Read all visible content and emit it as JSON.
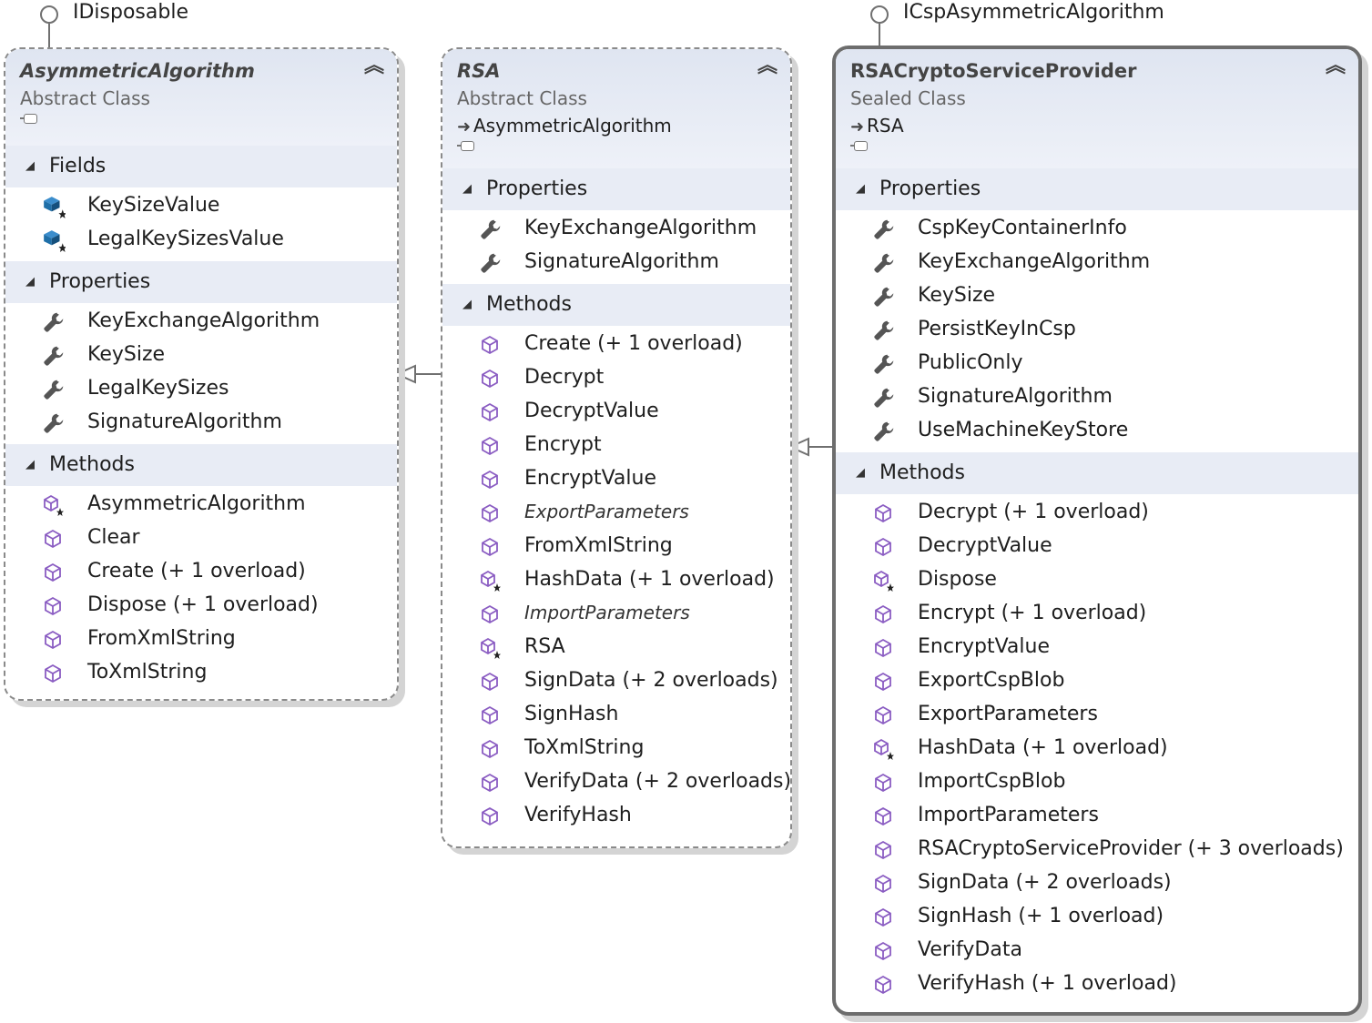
{
  "interfaces": {
    "idisposable": "IDisposable",
    "icsp": "ICspAsymmetricAlgorithm"
  },
  "classes": {
    "asym": {
      "name": "AsymmetricAlgorithm",
      "kind": "Abstract Class",
      "sections": [
        {
          "title": "Fields",
          "members": [
            {
              "name": "KeySizeValue",
              "icon": "field-protected-icon"
            },
            {
              "name": "LegalKeySizesValue",
              "icon": "field-protected-icon"
            }
          ]
        },
        {
          "title": "Properties",
          "members": [
            {
              "name": "KeyExchangeAlgorithm",
              "icon": "property-wrench-icon"
            },
            {
              "name": "KeySize",
              "icon": "property-wrench-icon"
            },
            {
              "name": "LegalKeySizes",
              "icon": "property-wrench-icon"
            },
            {
              "name": "SignatureAlgorithm",
              "icon": "property-wrench-icon"
            }
          ]
        },
        {
          "title": "Methods",
          "members": [
            {
              "name": "AsymmetricAlgorithm",
              "icon": "method-protected-icon"
            },
            {
              "name": "Clear",
              "icon": "method-icon"
            },
            {
              "name": "Create (+ 1 overload)",
              "icon": "method-icon"
            },
            {
              "name": "Dispose (+ 1 overload)",
              "icon": "method-icon"
            },
            {
              "name": "FromXmlString",
              "icon": "method-icon"
            },
            {
              "name": "ToXmlString",
              "icon": "method-icon"
            }
          ]
        }
      ]
    },
    "rsa": {
      "name": "RSA",
      "kind": "Abstract Class",
      "base": "AsymmetricAlgorithm",
      "sections": [
        {
          "title": "Properties",
          "members": [
            {
              "name": "KeyExchangeAlgorithm",
              "icon": "property-wrench-icon"
            },
            {
              "name": "SignatureAlgorithm",
              "icon": "property-wrench-icon"
            }
          ]
        },
        {
          "title": "Methods",
          "members": [
            {
              "name": "Create (+ 1 overload)",
              "icon": "method-icon"
            },
            {
              "name": "Decrypt",
              "icon": "method-icon"
            },
            {
              "name": "DecryptValue",
              "icon": "method-icon"
            },
            {
              "name": "Encrypt",
              "icon": "method-icon"
            },
            {
              "name": "EncryptValue",
              "icon": "method-icon"
            },
            {
              "name": "ExportParameters",
              "icon": "method-icon",
              "italic": true
            },
            {
              "name": "FromXmlString",
              "icon": "method-icon"
            },
            {
              "name": "HashData (+ 1 overload)",
              "icon": "method-protected-icon"
            },
            {
              "name": "ImportParameters",
              "icon": "method-icon",
              "italic": true
            },
            {
              "name": "RSA",
              "icon": "method-protected-icon"
            },
            {
              "name": "SignData (+ 2 overloads)",
              "icon": "method-icon"
            },
            {
              "name": "SignHash",
              "icon": "method-icon"
            },
            {
              "name": "ToXmlString",
              "icon": "method-icon"
            },
            {
              "name": "VerifyData (+ 2 overloads)",
              "icon": "method-icon"
            },
            {
              "name": "VerifyHash",
              "icon": "method-icon"
            }
          ]
        }
      ]
    },
    "rsacsp": {
      "name": "RSACryptoServiceProvider",
      "kind": "Sealed Class",
      "base": "RSA",
      "sections": [
        {
          "title": "Properties",
          "members": [
            {
              "name": "CspKeyContainerInfo",
              "icon": "property-wrench-icon"
            },
            {
              "name": "KeyExchangeAlgorithm",
              "icon": "property-wrench-icon"
            },
            {
              "name": "KeySize",
              "icon": "property-wrench-icon"
            },
            {
              "name": "PersistKeyInCsp",
              "icon": "property-wrench-icon"
            },
            {
              "name": "PublicOnly",
              "icon": "property-wrench-icon"
            },
            {
              "name": "SignatureAlgorithm",
              "icon": "property-wrench-icon"
            },
            {
              "name": "UseMachineKeyStore",
              "icon": "property-wrench-icon"
            }
          ]
        },
        {
          "title": "Methods",
          "members": [
            {
              "name": "Decrypt (+ 1 overload)",
              "icon": "method-icon"
            },
            {
              "name": "DecryptValue",
              "icon": "method-icon"
            },
            {
              "name": "Dispose",
              "icon": "method-protected-icon"
            },
            {
              "name": "Encrypt (+ 1 overload)",
              "icon": "method-icon"
            },
            {
              "name": "EncryptValue",
              "icon": "method-icon"
            },
            {
              "name": "ExportCspBlob",
              "icon": "method-icon"
            },
            {
              "name": "ExportParameters",
              "icon": "method-icon"
            },
            {
              "name": "HashData (+ 1 overload)",
              "icon": "method-protected-icon"
            },
            {
              "name": "ImportCspBlob",
              "icon": "method-icon"
            },
            {
              "name": "ImportParameters",
              "icon": "method-icon"
            },
            {
              "name": "RSACryptoServiceProvider (+ 3 overloads)",
              "icon": "method-icon"
            },
            {
              "name": "SignData (+ 2 overloads)",
              "icon": "method-icon"
            },
            {
              "name": "SignHash (+ 1 overload)",
              "icon": "method-icon"
            },
            {
              "name": "VerifyData",
              "icon": "method-icon"
            },
            {
              "name": "VerifyHash (+ 1 overload)",
              "icon": "method-icon"
            }
          ]
        }
      ]
    }
  },
  "colors": {
    "method": "#8a5cc2",
    "property": "#555555",
    "field": "#1f6fa8",
    "header_bg": "#e3e8f3",
    "section_bg": "#e8ecf5"
  }
}
